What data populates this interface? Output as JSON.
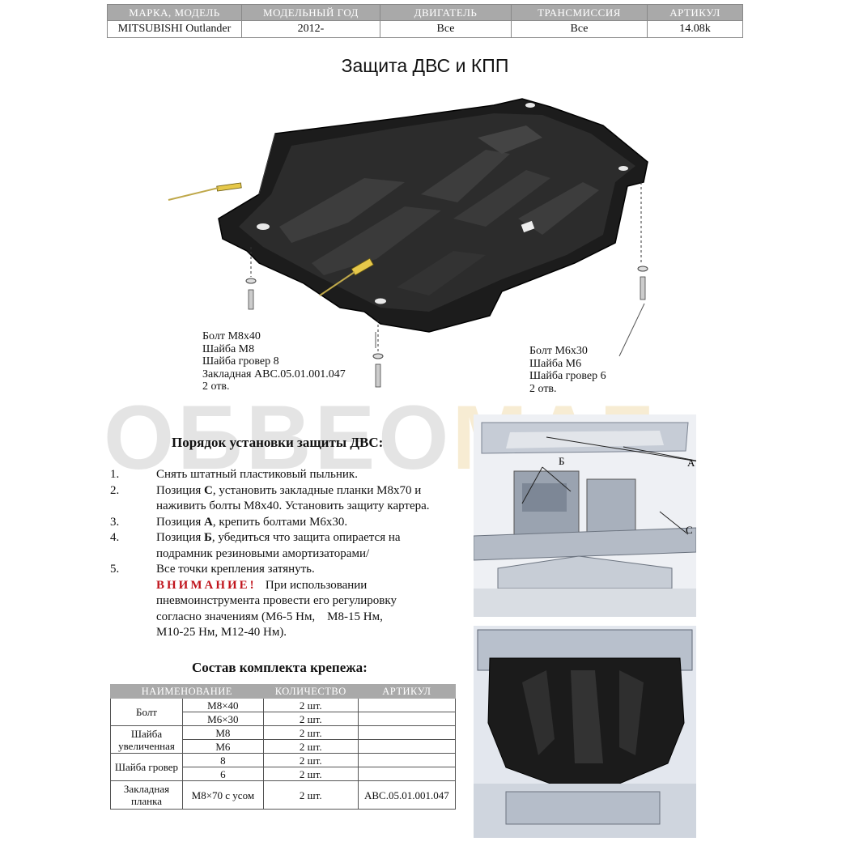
{
  "header": {
    "columns": [
      "МАРКА, МОДЕЛЬ",
      "МОДЕЛЬНЫЙ ГОД",
      "ДВИГАТЕЛЬ",
      "ТРАНСМИССИЯ",
      "АРТИКУЛ"
    ],
    "values": [
      "MITSUBISHI Outlander",
      "2012-",
      "Все",
      "Все",
      "14.08k"
    ]
  },
  "title": "Защита ДВС и КПП",
  "label_left": [
    "Болт М8х40",
    "Шайба М8",
    "Шайба гровер 8",
    "Закладная АВС.05.01.001.047",
    "2 отв."
  ],
  "label_right": [
    "Болт М6х30",
    "Шайба М6",
    "Шайба гровер 6",
    "2 отв."
  ],
  "watermark": {
    "part1": "ОБВЕО",
    "part2": "МАГ"
  },
  "install": {
    "title": "Порядок установки защиты ДВС:",
    "steps": [
      {
        "num": "1.",
        "lines": [
          "Снять штатный пластиковый пыльник."
        ]
      },
      {
        "num": "2.",
        "prefix": "Позиция ",
        "bold": "С",
        "lines": [
          ", установить закладные планки М8х70 и",
          "наживить болты М8х40. Установить защиту картера."
        ]
      },
      {
        "num": "3.",
        "prefix": "Позиция ",
        "bold": "А",
        "lines": [
          ", крепить болтами М6х30."
        ]
      },
      {
        "num": "4.",
        "prefix": "Позиция ",
        "bold": "Б",
        "lines": [
          ", убедиться что защита опирается на",
          "подрамник резиновыми амортизаторами/"
        ]
      },
      {
        "num": "5.",
        "lines": [
          "Все точки крепления затянуть."
        ]
      }
    ],
    "warning_word": "ВНИМАНИЕ!",
    "warning_lines": [
      "При использовании",
      "пневмоинструмента провести его регулировку",
      "согласно значениям (М6-5 Нм,    М8-15 Нм,",
      "М10-25 Нм, М12-40 Нм)."
    ]
  },
  "kit": {
    "title": "Состав комплекта крепежа:",
    "columns": [
      "НАИМЕНОВАНИЕ",
      "КОЛИЧЕСТВО",
      "АРТИКУЛ"
    ],
    "groups": [
      {
        "name": "Болт",
        "rows": [
          {
            "size": "М8×40",
            "qty": "2 шт.",
            "art": ""
          },
          {
            "size": "М6×30",
            "qty": "2 шт.",
            "art": ""
          }
        ]
      },
      {
        "name": "Шайба увеличенная",
        "rows": [
          {
            "size": "М8",
            "qty": "2 шт.",
            "art": ""
          },
          {
            "size": "М6",
            "qty": "2 шт.",
            "art": ""
          }
        ]
      },
      {
        "name": "Шайба гровер",
        "rows": [
          {
            "size": "8",
            "qty": "2 шт.",
            "art": ""
          },
          {
            "size": "6",
            "qty": "2 шт.",
            "art": ""
          }
        ]
      },
      {
        "name": "Закладная планка",
        "rows": [
          {
            "size": "М8×70 с усом",
            "qty": "2 шт.",
            "art": "АВС.05.01.001.047"
          }
        ]
      }
    ]
  },
  "photo_labels": {
    "a": "А",
    "b": "Б",
    "c": "С"
  },
  "colors": {
    "header_bg": "#a9a9a9",
    "warning": "#c0141c",
    "plate": "#1a1a1a"
  }
}
